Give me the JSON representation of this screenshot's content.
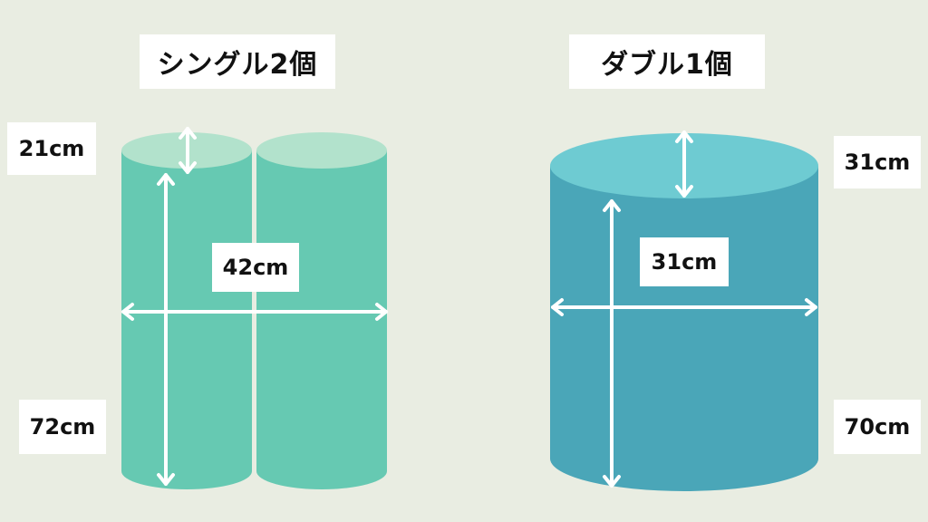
{
  "left": {
    "title": "シングル2個",
    "diameter": "21cm",
    "width": "42cm",
    "height": "72cm",
    "color_body": "#66c9b2",
    "color_top": "#b2e2cc"
  },
  "right": {
    "title": "ダブル1個",
    "diameter": "31cm",
    "width": "31cm",
    "height": "70cm",
    "color_body": "#4aa6b8",
    "color_top": "#6ecbd2"
  },
  "background": "#e9ede2"
}
